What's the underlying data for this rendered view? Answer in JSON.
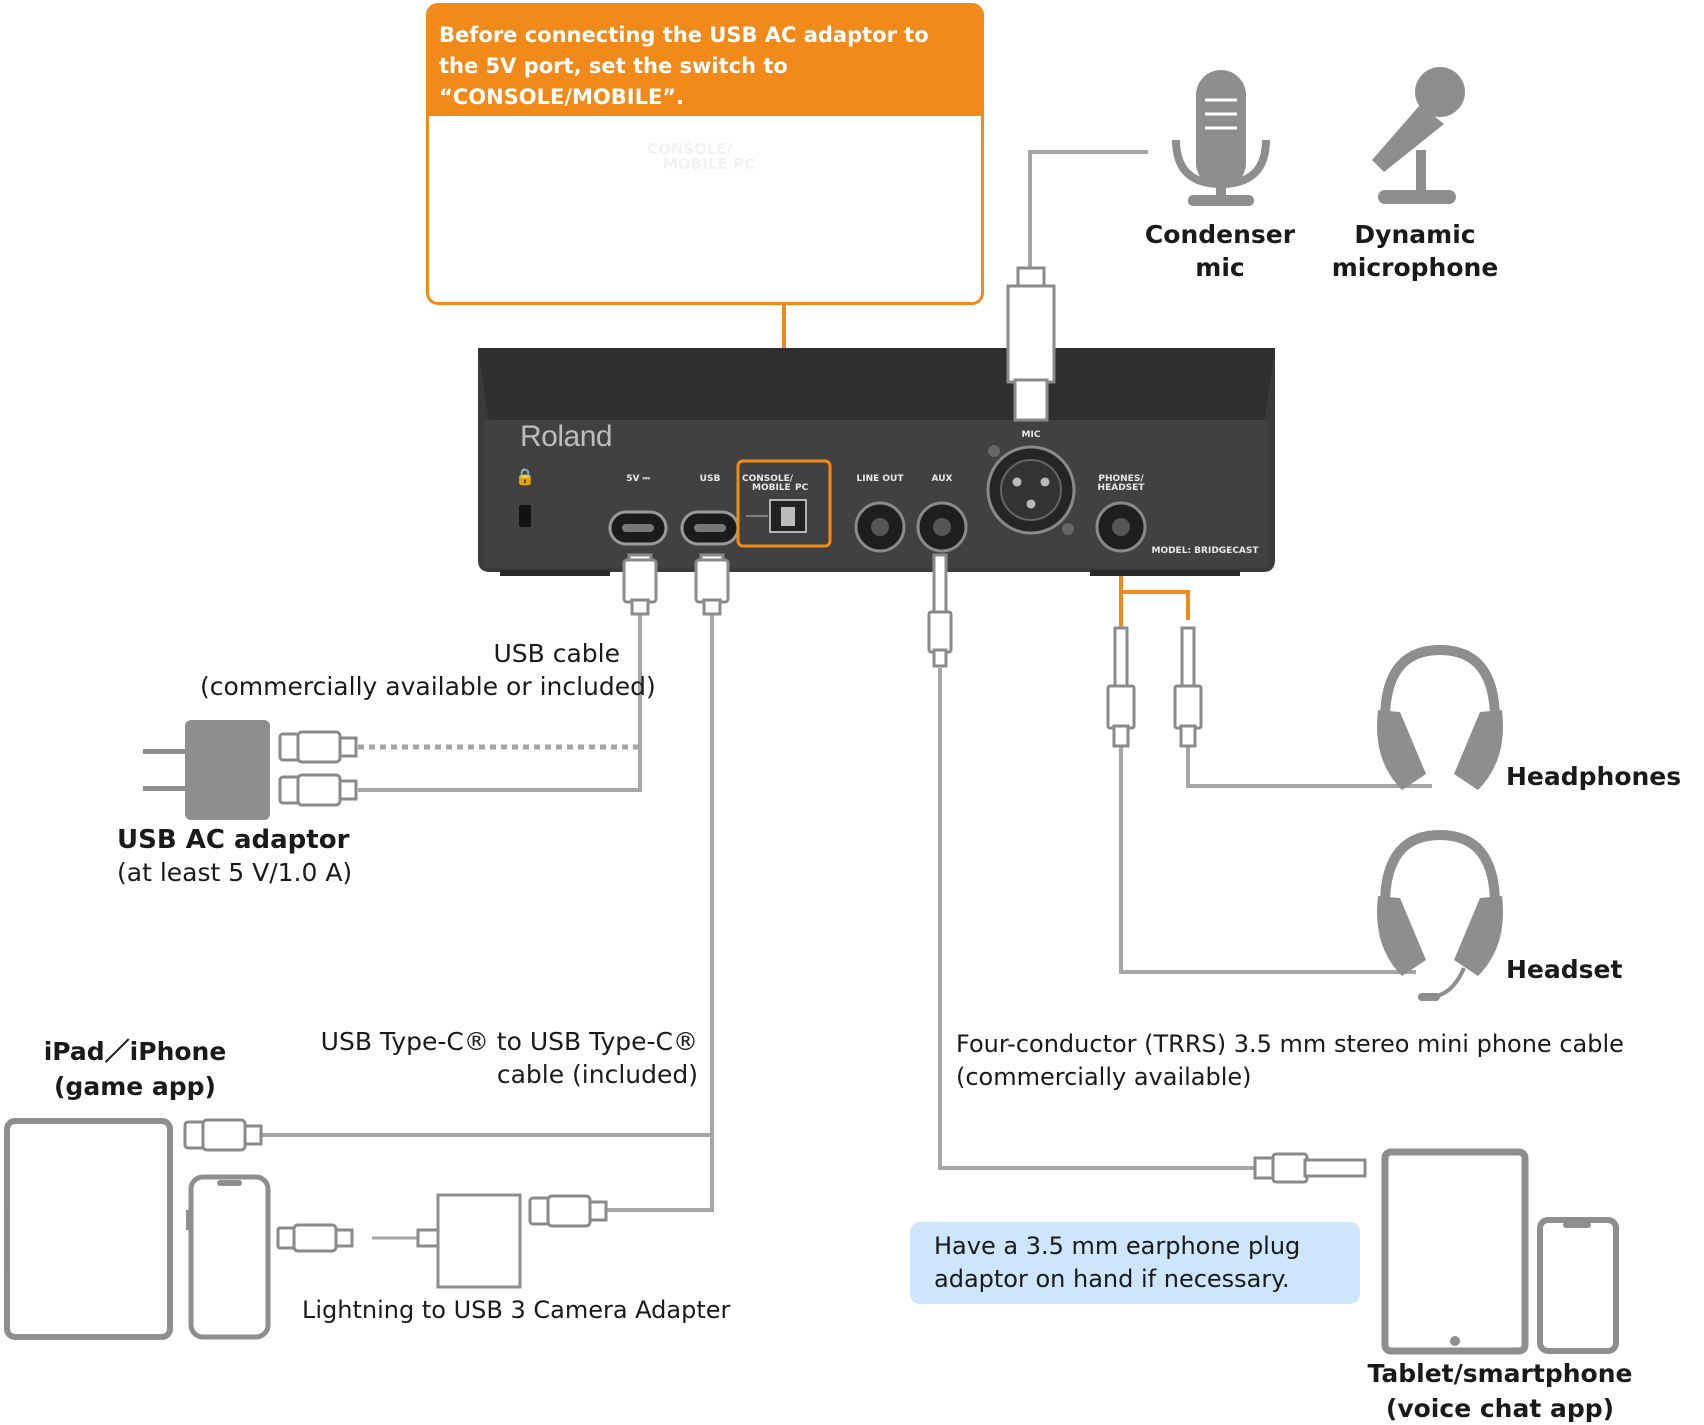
{
  "callout": {
    "text": "Before connecting the USB AC adaptor to the 5V port, set the switch to  “CONSOLE/MOBILE”.",
    "switch_label_1": "CONSOLE/",
    "switch_label_2": "MOBILE",
    "switch_label_pc": "PC"
  },
  "device": {
    "brand": "Roland",
    "port_5v": "5V ⎓",
    "port_usb": "USB",
    "switch_label_1": "CONSOLE/",
    "switch_label_2": "MOBILE",
    "switch_label_pc": "PC",
    "port_line_out": "LINE OUT",
    "port_aux": "AUX",
    "port_mic": "MIC",
    "port_phones_1": "PHONES/",
    "port_phones_2": "HEADSET",
    "model": "MODEL: BRIDGECAST"
  },
  "labels": {
    "condenser_1": "Condenser",
    "condenser_2": "mic",
    "dynamic_1": "Dynamic",
    "dynamic_2": "microphone",
    "usb_cable_1": "USB cable",
    "usb_cable_2": "(commercially available or included)",
    "adaptor_title": "USB AC adaptor",
    "adaptor_sub": "(at least 5 V/1.0 A)",
    "headphones": "Headphones",
    "headset": "Headset",
    "ipad_1": "iPad／iPhone",
    "ipad_2": "(game app)",
    "typec_1": "USB Type-C® to USB Type-C®",
    "typec_2": "cable (included)",
    "trrs_1": "Four-conductor (TRRS) 3.5 mm stereo mini phone cable",
    "trrs_2": "(commercially available)",
    "lightning": "Lightning to USB 3 Camera Adapter",
    "note_1": "Have a 3.5 mm earphone plug",
    "note_2": "adaptor on hand if necessary.",
    "tablet_1": "Tablet/smartphone",
    "tablet_2": "(voice chat app)"
  },
  "colors": {
    "accent": "#f28a1a",
    "cable": "#a6a6a6",
    "device": "#3c3c3c",
    "note_bg": "#cde6fb"
  }
}
